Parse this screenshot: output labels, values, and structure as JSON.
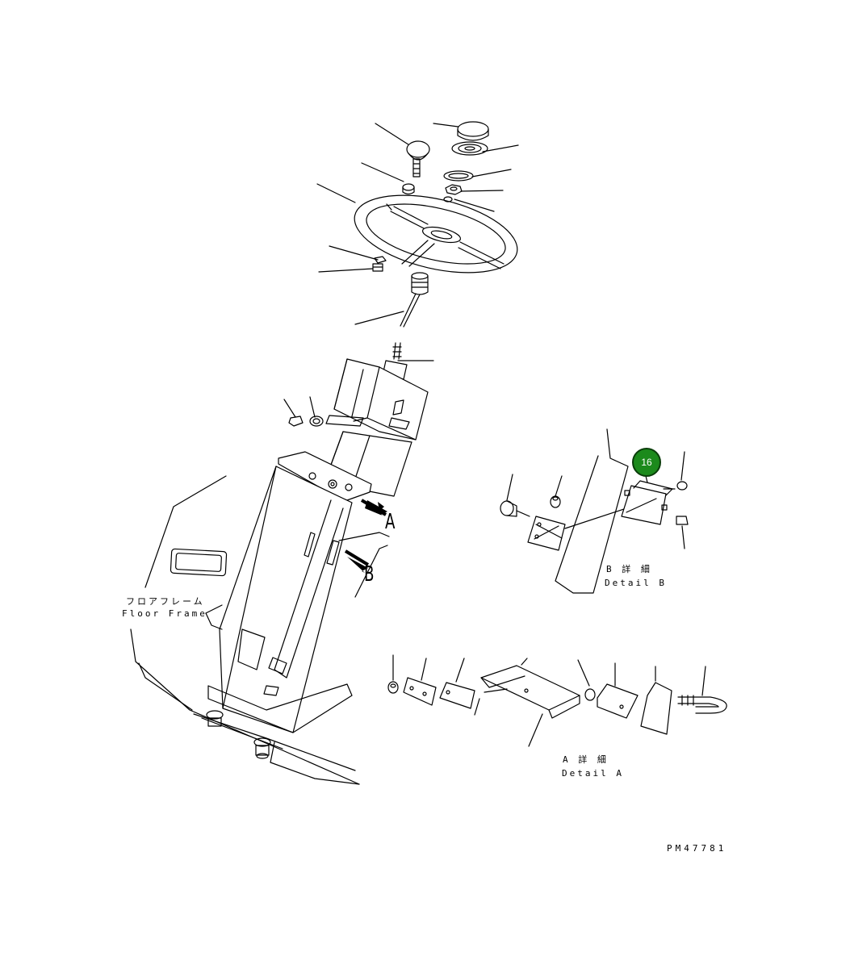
{
  "labels": {
    "floor_frame_jp": "フロアフレーム",
    "floor_frame_en": "Floor Frame",
    "arrow_a": "A",
    "arrow_b": "B",
    "detail_b_jp": "B 詳 細",
    "detail_b_en": "Detail B",
    "detail_a_jp": "A 詳 細",
    "detail_a_en": "Detail A",
    "drawing_code": "PM47781"
  },
  "callouts": [
    {
      "number": "16"
    }
  ],
  "colors": {
    "callout_fill": "#1c8a1c",
    "line": "#000000"
  }
}
